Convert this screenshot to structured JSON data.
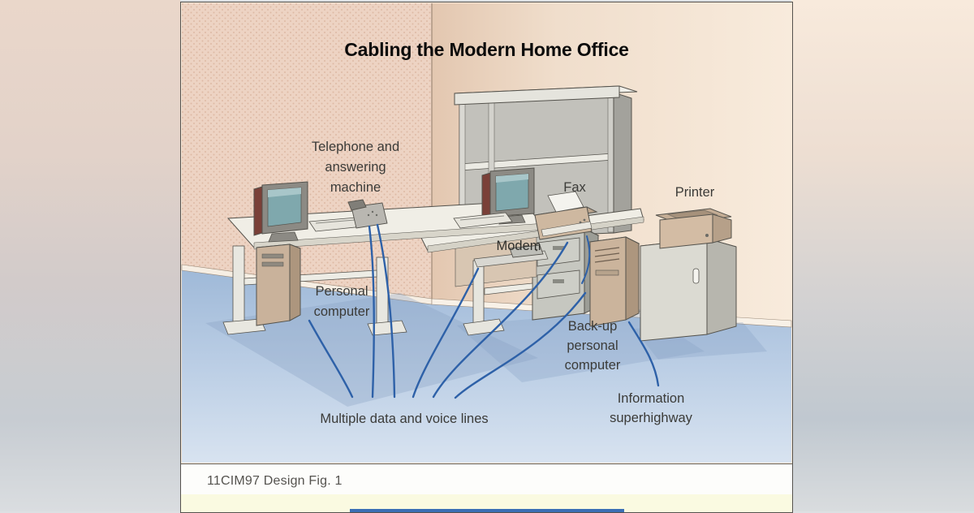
{
  "figure": {
    "title": "Cabling the Modern Home Office",
    "caption": "11CIM97 Design Fig. 1"
  },
  "labels": {
    "telephone": "Telephone and\nanswering\nmachine",
    "fax": "Fax",
    "printer": "Printer",
    "modem": "Modem",
    "personal_computer": "Personal\ncomputer",
    "backup_computer": "Back-up\npersonal\ncomputer",
    "info_superhighway": "Information\nsuperhighway",
    "data_voice_lines": "Multiple data and voice lines"
  },
  "colors": {
    "cable_blue": "#2E61A8",
    "left_wall": "#EDD3C3",
    "right_wall": "#F6E8D8",
    "floor_blue": "#A3BCDA",
    "caption_strip": "#FDFDFB",
    "yellow_strip": "#FAFAE1",
    "accent_bar": "#3A6FB5",
    "desk_white": "#EFEDE5",
    "cabinet_gray": "#C6C7C0",
    "tower_tan": "#CBB49C",
    "screen_teal": "#7FA8AD"
  }
}
